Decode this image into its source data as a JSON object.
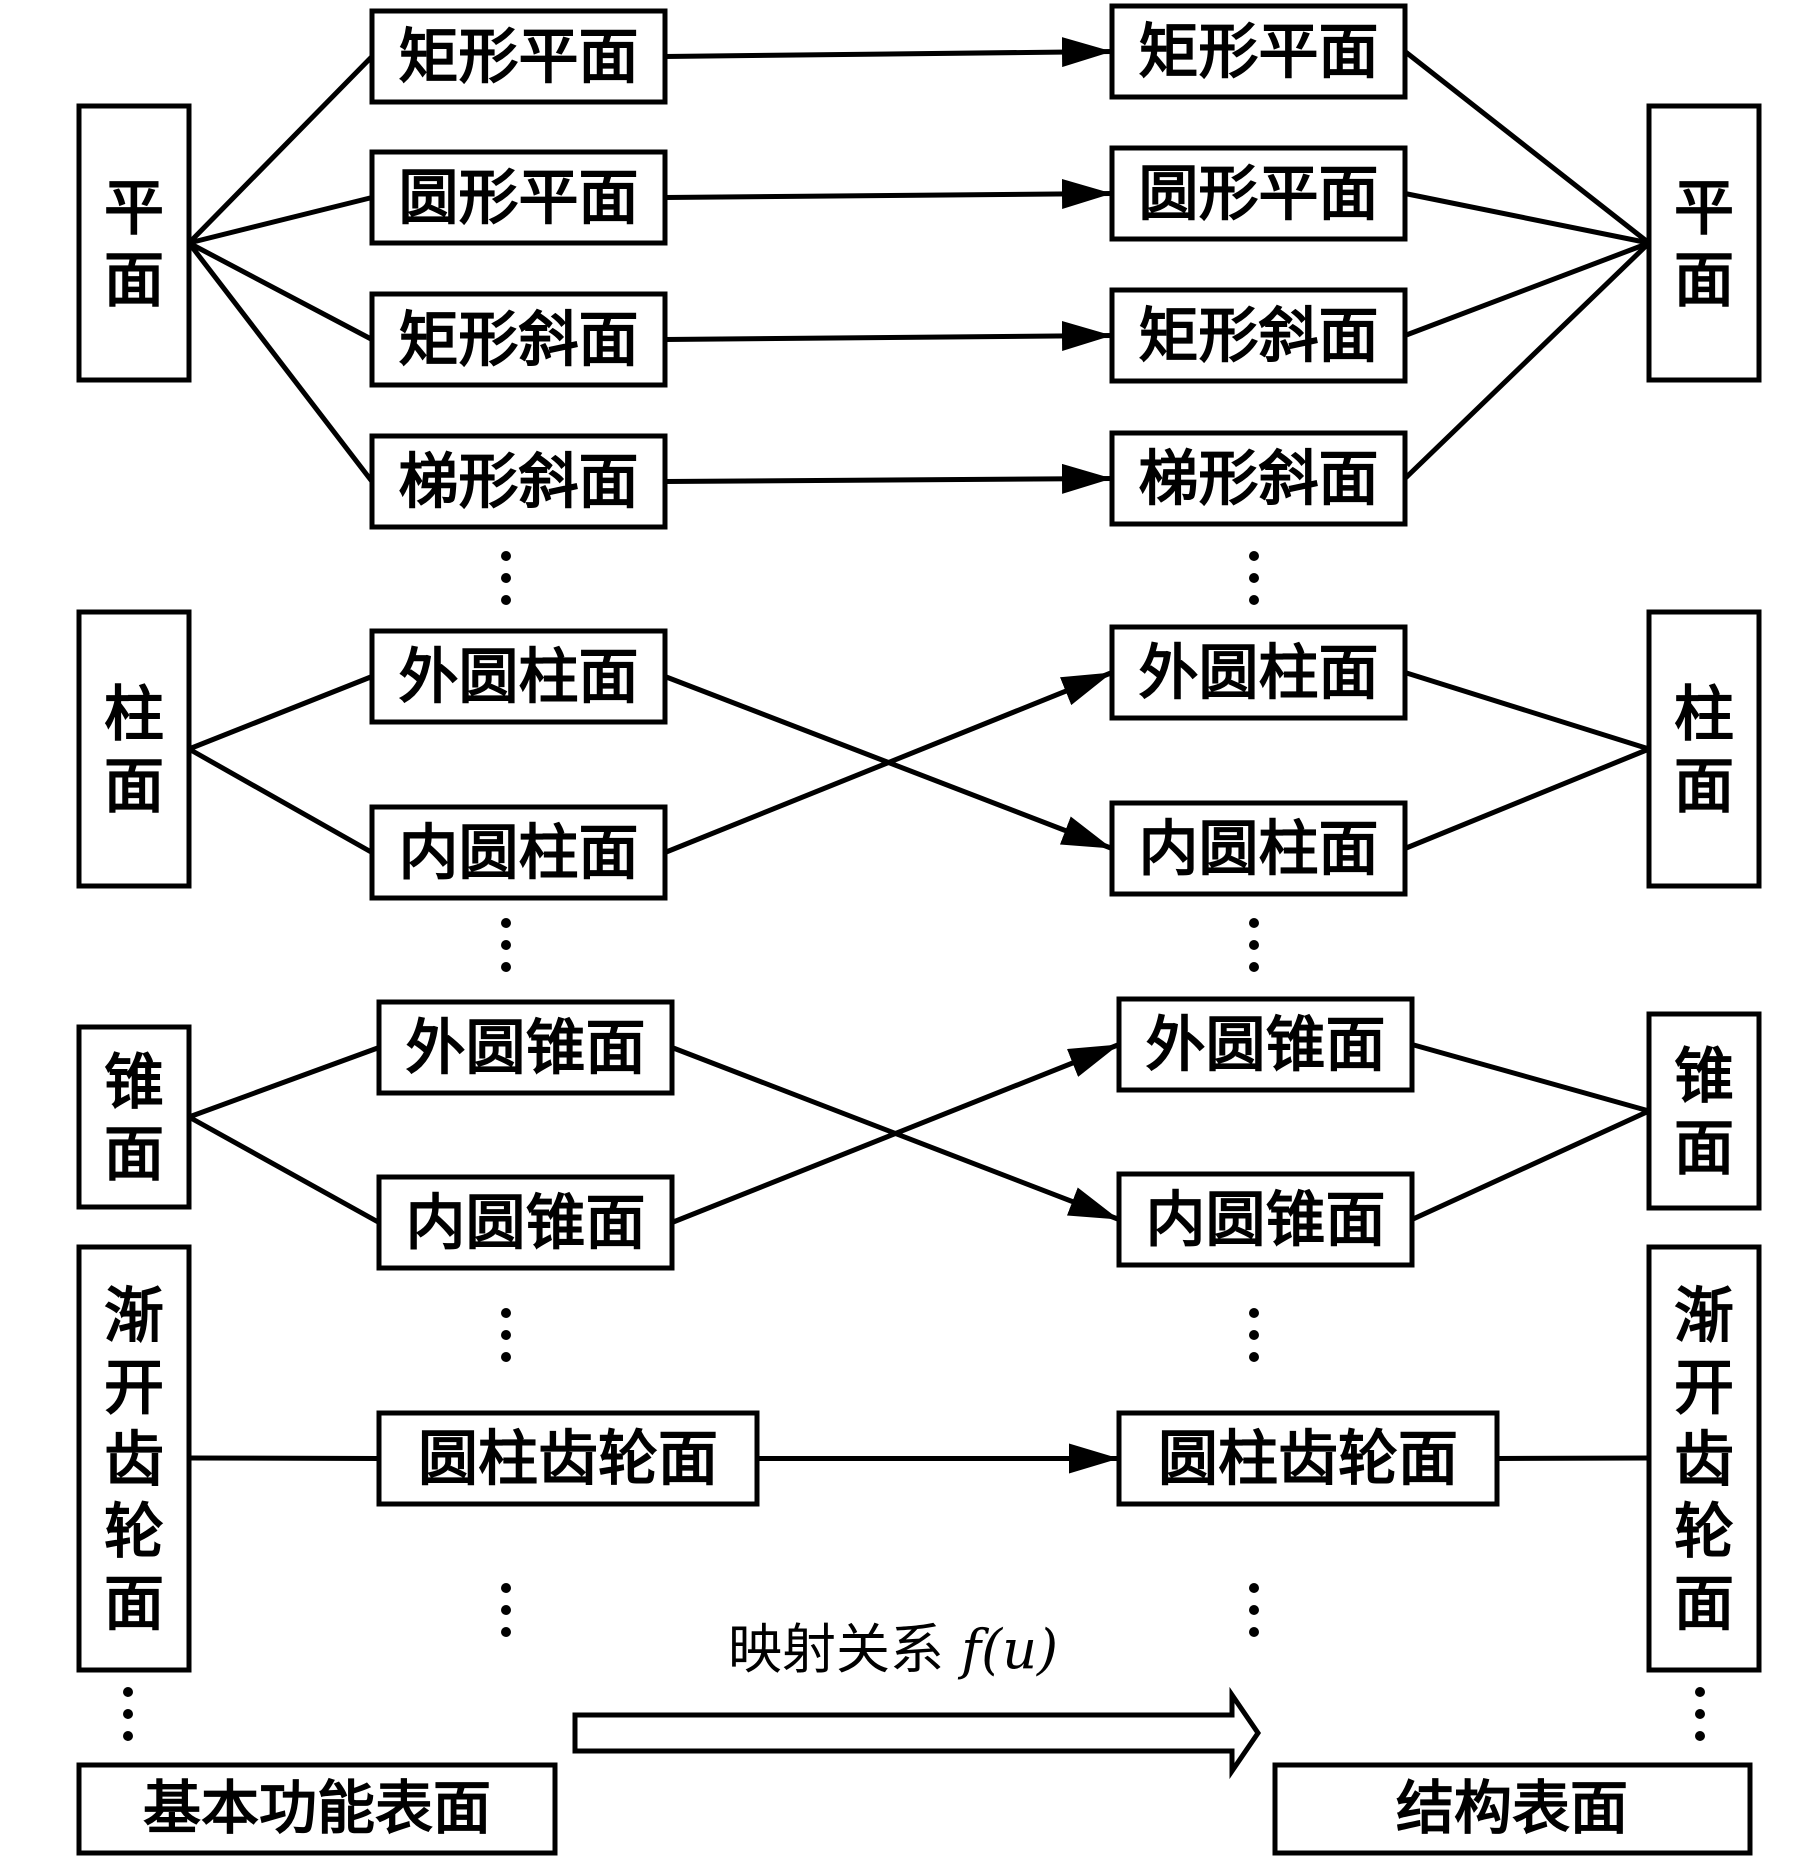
{
  "left_groups": [
    {
      "id": "L-plane",
      "label": "平面"
    },
    {
      "id": "L-cyl",
      "label": "柱面"
    },
    {
      "id": "L-cone",
      "label": "锥面"
    },
    {
      "id": "L-gear",
      "label": "渐开齿轮面"
    }
  ],
  "right_groups": [
    {
      "id": "R-plane",
      "label": "平面"
    },
    {
      "id": "R-cyl",
      "label": "柱面"
    },
    {
      "id": "R-cone",
      "label": "锥面"
    },
    {
      "id": "R-gear",
      "label": "渐开齿轮面"
    }
  ],
  "left_items": [
    {
      "id": "li1",
      "label": "矩形平面"
    },
    {
      "id": "li2",
      "label": "圆形平面"
    },
    {
      "id": "li3",
      "label": "矩形斜面"
    },
    {
      "id": "li4",
      "label": "梯形斜面"
    },
    {
      "id": "li5",
      "label": "外圆柱面"
    },
    {
      "id": "li6",
      "label": "内圆柱面"
    },
    {
      "id": "li7",
      "label": "外圆锥面"
    },
    {
      "id": "li8",
      "label": "内圆锥面"
    },
    {
      "id": "li9",
      "label": "圆柱齿轮面"
    }
  ],
  "right_items": [
    {
      "id": "ri1",
      "label": "矩形平面"
    },
    {
      "id": "ri2",
      "label": "圆形平面"
    },
    {
      "id": "ri3",
      "label": "矩形斜面"
    },
    {
      "id": "ri4",
      "label": "梯形斜面"
    },
    {
      "id": "ri5",
      "label": "外圆柱面"
    },
    {
      "id": "ri6",
      "label": "内圆柱面"
    },
    {
      "id": "ri7",
      "label": "外圆锥面"
    },
    {
      "id": "ri8",
      "label": "内圆锥面"
    },
    {
      "id": "ri9",
      "label": "圆柱齿轮面"
    }
  ],
  "mappings": [
    {
      "from": "li1",
      "to": "ri1"
    },
    {
      "from": "li2",
      "to": "ri2"
    },
    {
      "from": "li3",
      "to": "ri3"
    },
    {
      "from": "li4",
      "to": "ri4"
    },
    {
      "from": "li5",
      "to": "ri6"
    },
    {
      "from": "li6",
      "to": "ri5"
    },
    {
      "from": "li7",
      "to": "ri8"
    },
    {
      "from": "li8",
      "to": "ri7"
    },
    {
      "from": "li9",
      "to": "ri9"
    }
  ],
  "footer": {
    "left_label": "基本功能表面",
    "right_label": "结构表面",
    "arrow_label_prefix": "映射关系 ",
    "arrow_label_func": "f",
    "arrow_label_arg": "(u)"
  },
  "ellipsis": "⋮"
}
